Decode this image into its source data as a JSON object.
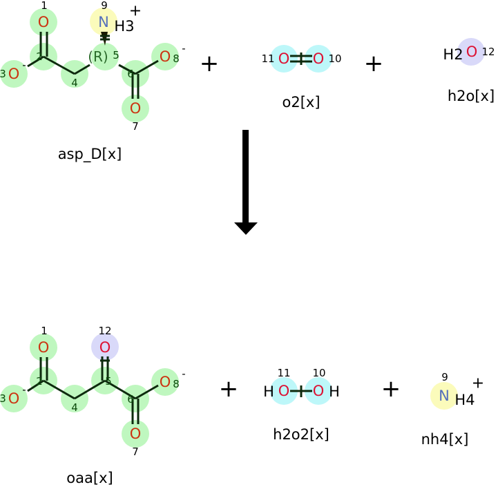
{
  "reactants": {
    "asp_D": {
      "name": "asp_D[x]",
      "stereo": "(R)",
      "atoms": {
        "o": "O",
        "n": "N",
        "h3": "H3",
        "plus": "+",
        "minus": "-"
      },
      "indices": [
        "1",
        "2",
        "3",
        "4",
        "5",
        "6",
        "7",
        "8",
        "9"
      ]
    },
    "o2": {
      "name": "o2[x]",
      "atom": "O",
      "indices": [
        "10",
        "11"
      ]
    },
    "h2o": {
      "name": "h2o[x]",
      "h2": "H2",
      "atom": "O",
      "index": "12"
    }
  },
  "products": {
    "oaa": {
      "name": "oaa[x]",
      "atoms": {
        "o": "O",
        "minus": "-"
      },
      "indices": [
        "1",
        "2",
        "3",
        "4",
        "5",
        "6",
        "7",
        "8",
        "12"
      ]
    },
    "h2o2": {
      "name": "h2o2[x]",
      "h": "H",
      "atom": "O",
      "indices": [
        "10",
        "11"
      ]
    },
    "nh4": {
      "name": "nh4[x]",
      "n": "N",
      "h4": "H4",
      "plus": "+",
      "index": "9"
    }
  },
  "operators": {
    "plus": "+"
  },
  "colors": {
    "carbon_highlight": "#bff7bf",
    "nitrogen_highlight": "#fbfbbb",
    "o2_highlight": "#bdf7f9",
    "water_highlight": "#d9d9f9",
    "arrow": "#000000"
  }
}
